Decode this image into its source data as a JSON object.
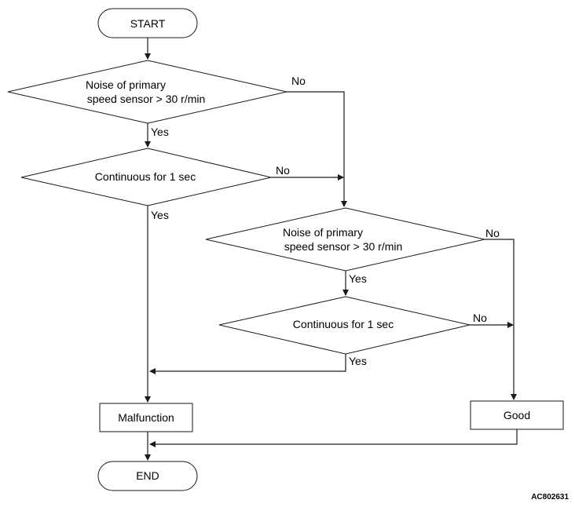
{
  "diagram": {
    "start": "START",
    "end": "END",
    "decision_1": [
      "Noise of primary",
      "speed sensor > 30 r/min"
    ],
    "decision_2": "Continuous for 1 sec",
    "decision_3": [
      "Noise of primary",
      "speed sensor > 30 r/min"
    ],
    "decision_4": "Continuous for 1 sec",
    "malfunction": "Malfunction",
    "good": "Good",
    "edge_labels": {
      "d1_no": "No",
      "d1_yes": "Yes",
      "d2_no": "No",
      "d2_yes": "Yes",
      "d3_no": "No",
      "d3_yes": "Yes",
      "d4_no": "No",
      "d4_yes": "Yes"
    },
    "figure_code": "AC802631"
  }
}
